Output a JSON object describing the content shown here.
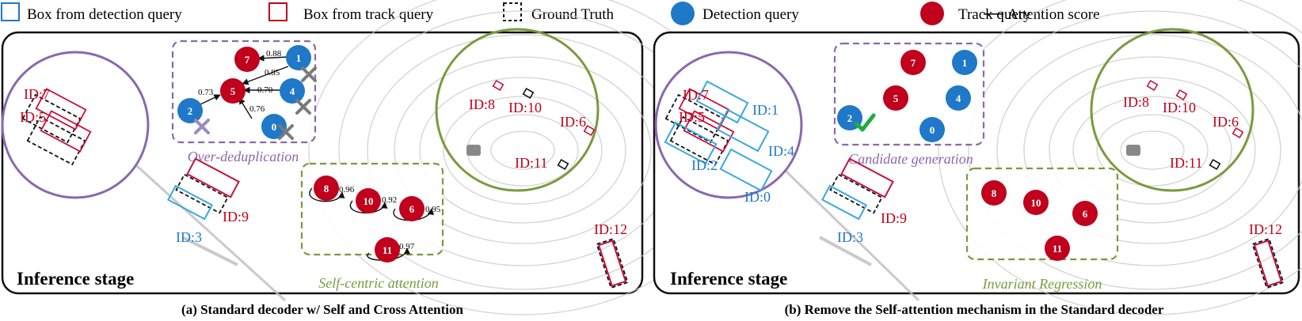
{
  "legend": {
    "det_box": "Box from detection query",
    "track_box": "Box from track query",
    "gt": "Ground Truth",
    "det_query": "Detection query",
    "track_query": "Track query",
    "attn": "⟶ Attention score"
  },
  "colors": {
    "detection": "#1f78c8",
    "track": "#c0001c",
    "det_box": "#3aa8dc",
    "track_box": "#c4143c",
    "purple": "#8a68ad",
    "green": "#7a9a3e",
    "check": "#22aa44",
    "cross_purple": "#9c87c8",
    "cross_gray": "#7a7a7a"
  },
  "panels": [
    {
      "stage_label": "Inference stage",
      "caption": "(a) Standard decoder w/ Self and Cross Attention",
      "top_group_label": "Over-deduplication",
      "bottom_group_label": "Self-centric attention",
      "id_labels": {
        "zoom_a": "ID:7",
        "zoom_b": "ID:5",
        "near": "ID:9",
        "left": "ID:3",
        "far": "ID:12",
        "scan_a": "ID:8",
        "scan_b": "ID:10",
        "scan_c": "ID:6",
        "scan_d": "ID:11"
      },
      "query_ids": {
        "t7": "7",
        "d1": "1",
        "t5": "5",
        "d4": "4",
        "d2": "2",
        "d0": "0",
        "t8": "8",
        "t10": "10",
        "t6": "6",
        "t11": "11"
      },
      "scores": {
        "s_7_1": "0.88",
        "s_5_1": "0.85",
        "s_5_4": "0.70",
        "s_5_2": "0.73",
        "s_5_0": "0.76",
        "s_8": "0.96",
        "s_10": "0.92",
        "s_6": "0.95",
        "s_11": "0.97"
      }
    },
    {
      "stage_label": "Inference stage",
      "caption": "(b) Remove the Self-attention mechanism in the Standard decoder",
      "top_group_label": "Candidate generation",
      "bottom_group_label": "Invariant Regression",
      "id_labels": {
        "zoom_a": "ID:7",
        "zoom_b": "ID:5",
        "zoom_c": "ID:1",
        "zoom_d": "ID:4",
        "zoom_e": "ID:2",
        "zoom_f": "ID:0",
        "near": "ID:9",
        "left": "ID:3",
        "far": "ID:12",
        "scan_a": "ID:8",
        "scan_b": "ID:10",
        "scan_c": "ID:6",
        "scan_d": "ID:11"
      },
      "query_ids": {
        "t7": "7",
        "d1": "1",
        "t5": "5",
        "d4": "4",
        "d2": "2",
        "d0": "0",
        "t8": "8",
        "t10": "10",
        "t6": "6",
        "t11": "11"
      }
    }
  ]
}
